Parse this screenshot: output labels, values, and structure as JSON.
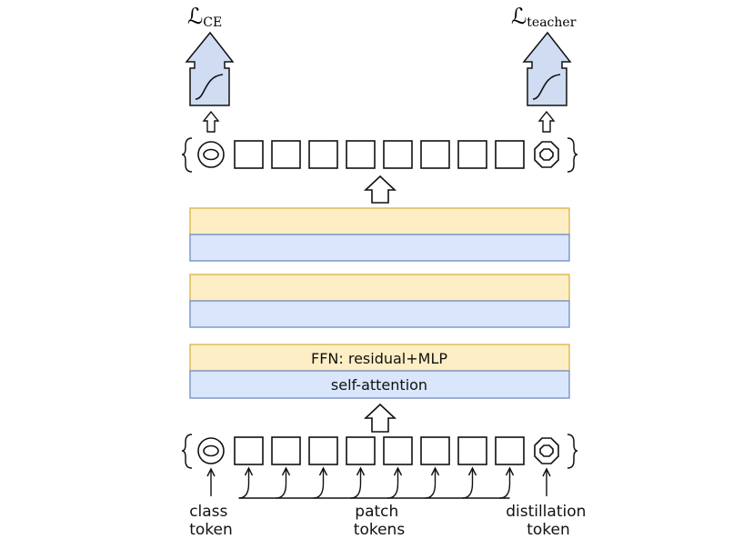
{
  "losses": {
    "ce": {
      "main": "ℒ",
      "sub": "CE"
    },
    "teacher": {
      "main": "ℒ",
      "sub": "teacher"
    }
  },
  "bars": {
    "top_ffn": "",
    "top_attn": "",
    "mid_ffn": "",
    "mid_attn": "",
    "ffn_label": "FFN: residual+MLP",
    "attn_label": "self-attention"
  },
  "labels": {
    "class_line1": "class",
    "class_line2": "token",
    "patch_line1": "patch",
    "patch_line2": "tokens",
    "distill_line1": "distillation",
    "distill_line2": "token"
  },
  "colors": {
    "ffn_fill": "#fdeec5",
    "ffn_stroke": "#d9b84e",
    "attn_fill": "#d9e6fb",
    "attn_stroke": "#7a93c9",
    "loss_fill": "#cfdcf2",
    "ink": "#111111"
  },
  "tokens": {
    "patch_count": 8
  }
}
